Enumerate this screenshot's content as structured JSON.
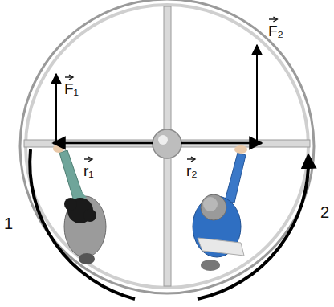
{
  "diagram": {
    "labels": [
      "F₁",
      "F₂",
      "r₁",
      "r₂",
      "1",
      "2"
    ]
  }
}
